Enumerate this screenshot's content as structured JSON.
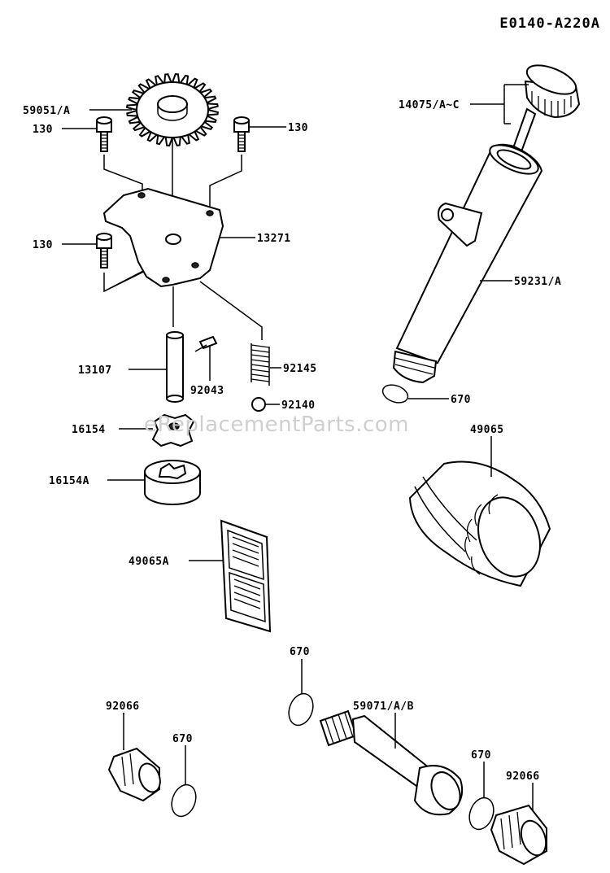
{
  "diagram_code": "E0140-A220A",
  "watermark": "eReplacementParts.com",
  "parts": [
    {
      "id": "p59051",
      "label": "59051/A"
    },
    {
      "id": "p130a",
      "label": "130"
    },
    {
      "id": "p130b",
      "label": "130"
    },
    {
      "id": "p130c",
      "label": "130"
    },
    {
      "id": "p13271",
      "label": "13271"
    },
    {
      "id": "p13107",
      "label": "13107"
    },
    {
      "id": "p92043",
      "label": "92043"
    },
    {
      "id": "p92145",
      "label": "92145"
    },
    {
      "id": "p92140",
      "label": "92140"
    },
    {
      "id": "p16154",
      "label": "16154"
    },
    {
      "id": "p16154a",
      "label": "16154A"
    },
    {
      "id": "p14075",
      "label": "14075/A~C"
    },
    {
      "id": "p59231",
      "label": "59231/A"
    },
    {
      "id": "p670a",
      "label": "670"
    },
    {
      "id": "p49065",
      "label": "49065"
    },
    {
      "id": "p49065a",
      "label": "49065A"
    },
    {
      "id": "p670b",
      "label": "670"
    },
    {
      "id": "p92066a",
      "label": "92066"
    },
    {
      "id": "p670c",
      "label": "670"
    },
    {
      "id": "p59071",
      "label": "59071/A/B"
    },
    {
      "id": "p670d",
      "label": "670"
    },
    {
      "id": "p92066b",
      "label": "92066"
    }
  ]
}
